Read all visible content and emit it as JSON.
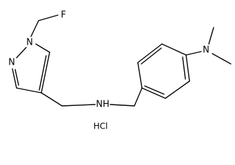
{
  "molecule": {
    "atom_labels": {
      "fluorine": "F",
      "pyrazole_n1": "N",
      "pyrazole_n2": "N",
      "amine_nh": "NH",
      "dimethylamino_n": "N"
    },
    "salt_label": "HCl",
    "colors": {
      "line": "#000000",
      "background": "#ffffff"
    }
  }
}
